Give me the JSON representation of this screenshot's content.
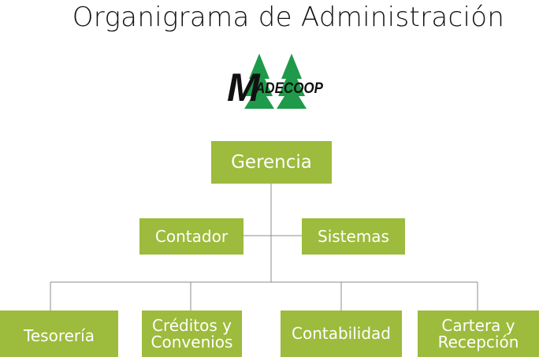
{
  "title": "Organigrama de Administración",
  "logo": {
    "initial": "M",
    "rest": "ADECOOP",
    "tree_color": "#1e9a4a"
  },
  "colors": {
    "box_fill": "#9dbb3c",
    "box_text": "#ffffff",
    "connector": "#8c8c8c"
  },
  "chart": {
    "root": "Gerencia",
    "staff": [
      "Contador",
      "Sistemas"
    ],
    "departments": [
      {
        "line1": "Tesorería",
        "line2": ""
      },
      {
        "line1": "Créditos y",
        "line2": "Convenios"
      },
      {
        "line1": "Contabilidad",
        "line2": ""
      },
      {
        "line1": "Cartera y",
        "line2": "Recepción"
      }
    ]
  }
}
